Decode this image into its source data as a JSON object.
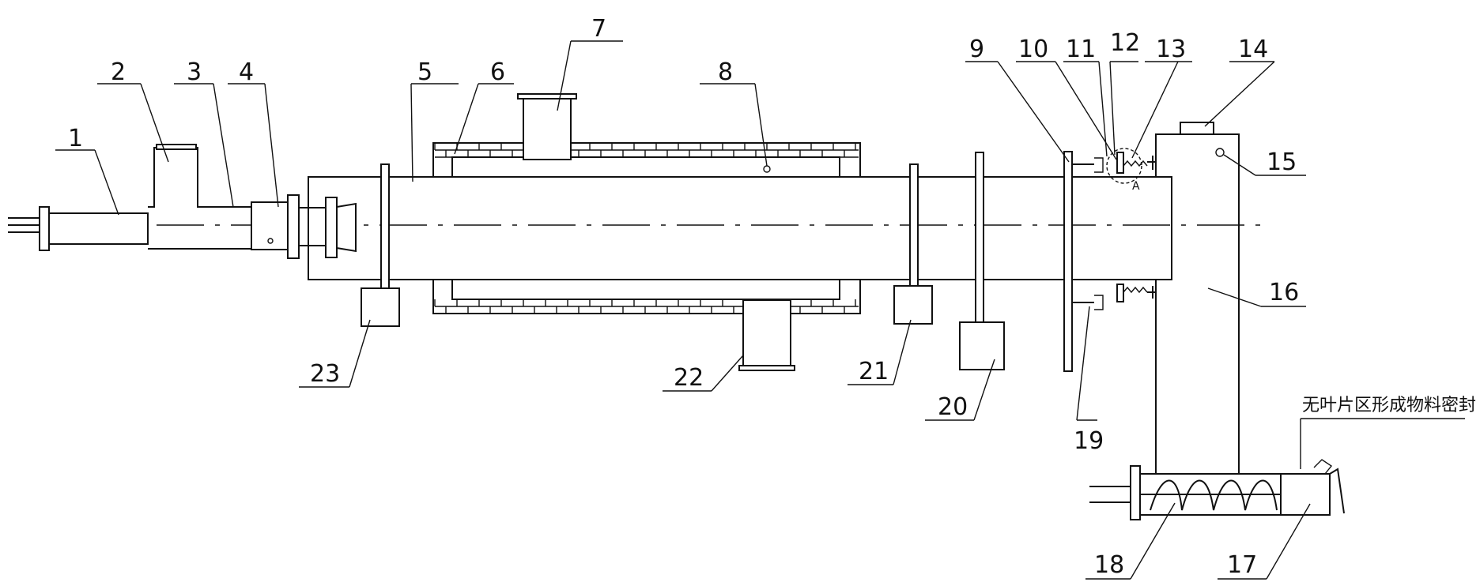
{
  "labels": {
    "l1": "1",
    "l2": "2",
    "l3": "3",
    "l4": "4",
    "l5": "5",
    "l6": "6",
    "l7": "7",
    "l8": "8",
    "l9": "9",
    "l10": "10",
    "l11": "11",
    "l12": "12",
    "l13": "13",
    "l14": "14",
    "l15": "15",
    "l16": "16",
    "l17": "17",
    "l18": "18",
    "l19": "19",
    "l20": "20",
    "l21": "21",
    "l22": "22",
    "l23": "23"
  },
  "detail_mark": "A",
  "note": "无叶片区形成物料密封"
}
